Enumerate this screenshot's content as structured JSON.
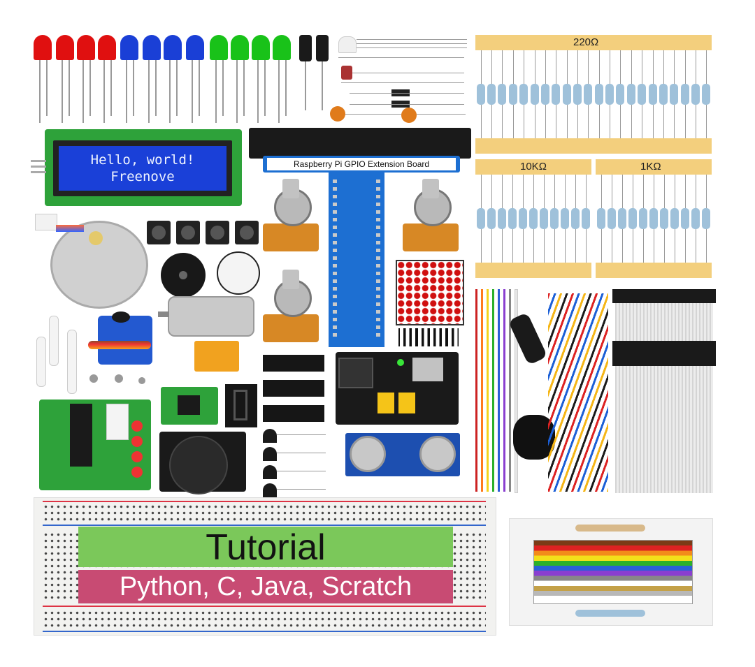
{
  "lcd": {
    "line1": "Hello, world!",
    "line2": "Freenove"
  },
  "gpio_board": {
    "label": "Raspberry Pi GPIO Extension Board"
  },
  "resistors": {
    "r1": "220Ω",
    "r2": "10KΩ",
    "r3": "1KΩ"
  },
  "tutorial": {
    "title": "Tutorial",
    "languages": "Python, C, Java, Scratch"
  },
  "colors": {
    "led_red": "#e01010",
    "led_blue": "#1a3fd6",
    "led_green": "#19c219",
    "breadboard": "#f2f2f0",
    "tutorial_green": "#7bc85a",
    "tutorial_pink": "#c84b73"
  }
}
